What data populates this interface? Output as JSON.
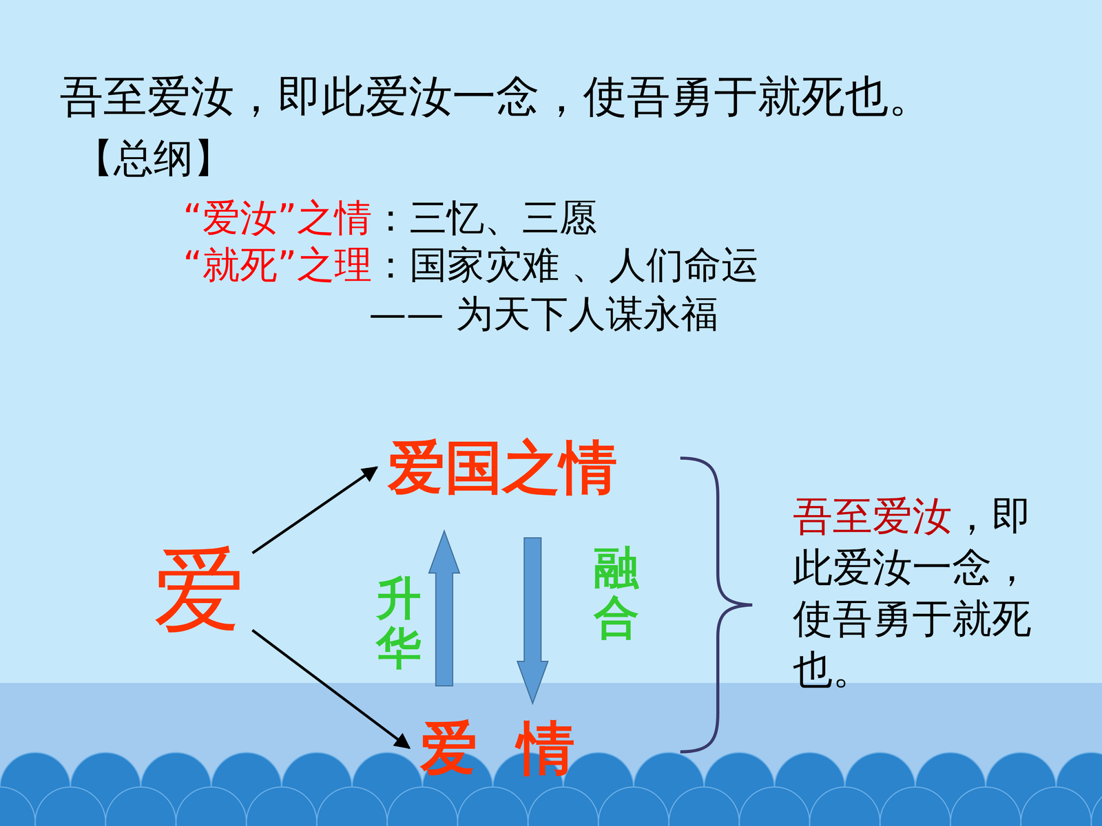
{
  "diagram": {
    "title": "吾至爱汝，即此爱汝一念，使吾勇于就死也。",
    "nodes": [
      {
        "text": [
          "爱"
        ]
      },
      {
        "text": [
          "爱国之情"
        ]
      },
      {
        "text": [
          "爱  情"
        ]
      }
    ],
    "edges": [
      {
        "from": 0,
        "to": 1,
        "arrow": "to"
      },
      {
        "from": 0,
        "to": 2,
        "arrow": "to"
      },
      {
        "from": 2,
        "to": 1,
        "label": "升华",
        "arrow": "to"
      },
      {
        "from": 1,
        "to": 2,
        "label": "融合",
        "arrow": "to"
      }
    ],
    "labels": [
      "【总纲】",
      "“爱汝”之情",
      "：三忆、三愿",
      "“就死”之理",
      "：国家灾难 、人们命运",
      "—— 为天下人谋永福",
      "吾至爱汝",
      "，即此爱汝一念，使吾勇于就死也。"
    ]
  }
}
